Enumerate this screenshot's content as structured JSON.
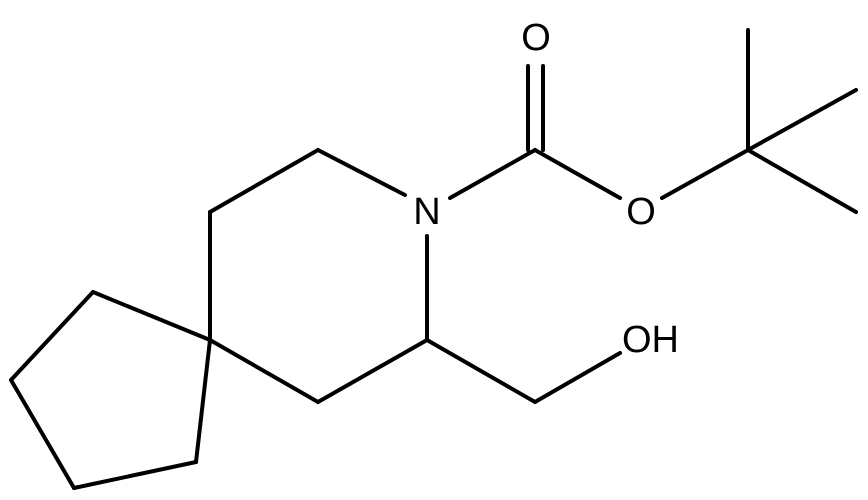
{
  "atoms": {
    "oxygen_carbonyl": "O",
    "oxygen_ester": "O",
    "nitrogen": "N",
    "hydroxyl": "OH"
  },
  "colors": {
    "bond": "#000000",
    "label": "#000000",
    "background": "#ffffff"
  }
}
